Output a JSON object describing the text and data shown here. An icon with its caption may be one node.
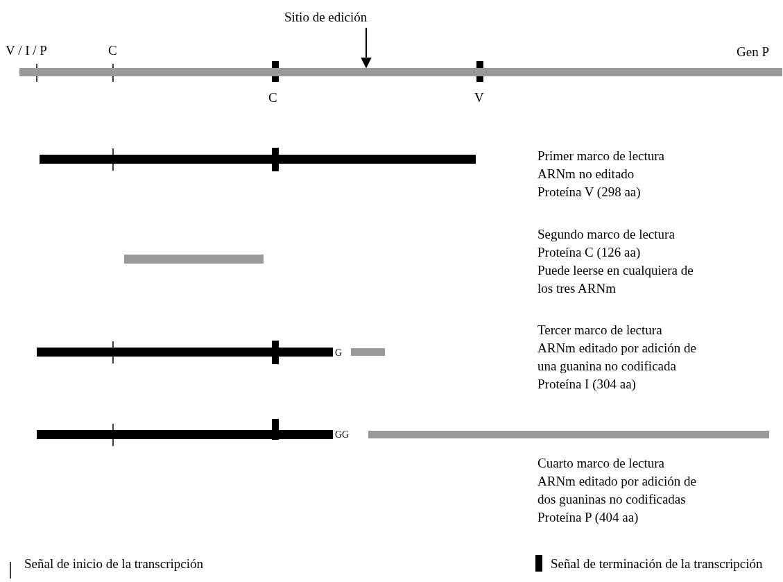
{
  "diagram": {
    "nodes": [
      {
        "text": [
          "Sitio de edición"
        ]
      },
      {
        "text": [],
        "shape": "bar",
        "beside": [
          "Gen P"
        ]
      }
    ],
    "edges": [
      {
        "from": 0,
        "to": 1,
        "arrow": "to"
      }
    ],
    "labels": [
      "V / I / P",
      "C",
      "C",
      "V",
      "Primer marco de lectura",
      "ARNm no editado",
      "Proteína V (298 aa)",
      "Segundo marco de lectura",
      "Proteína C (126 aa)",
      "Puede leerse en cualquiera de los tres ARNm",
      "G",
      "Tercer marco de lectura",
      "ARNm editado por adición de una guanina no codificada",
      "Proteína I (304 aa)",
      "GG",
      "Cuarto marco de lectura",
      "ARNm editado por adición de dos guaninas no codificadas",
      "Proteína P (404 aa)"
    ],
    "legend": [
      {
        "text": "Señal de inicio de la transcripción"
      },
      {
        "text": "Señal de terminación de la transcripción"
      }
    ]
  }
}
